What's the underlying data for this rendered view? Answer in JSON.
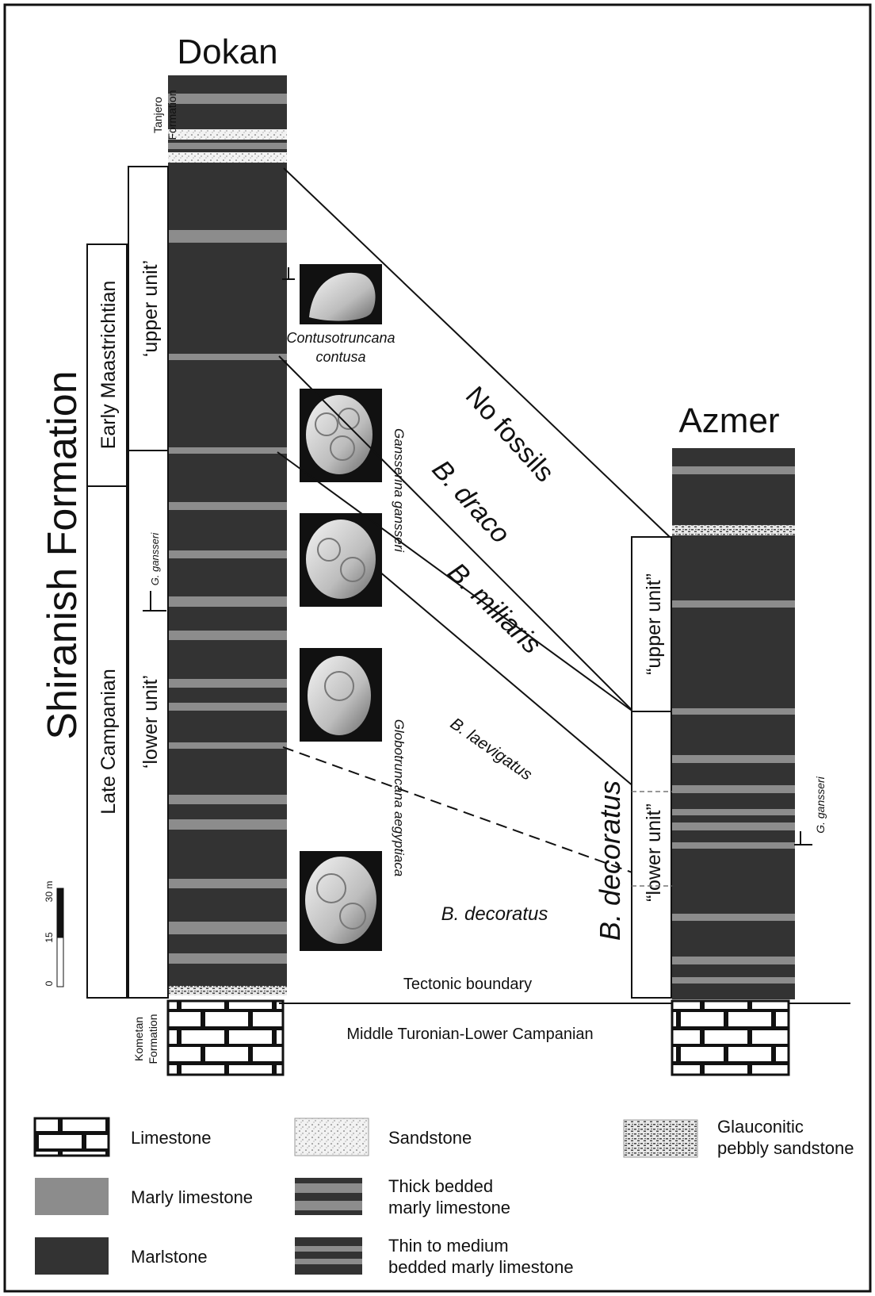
{
  "sections": {
    "dokan": "Dokan",
    "azmer": "Azmer"
  },
  "formations": {
    "shiranish": "Shiranish Formation",
    "tanjero_line1": "Tanjero",
    "tanjero_line2": "Formation",
    "kometan_line1": "Kometan",
    "kometan_line2": "Formation"
  },
  "stages": {
    "early_maastrichtian": "Early Maastrichtian",
    "late_campanian": "Late Campanian"
  },
  "units": {
    "dokan_upper": "‘upper unit’",
    "dokan_lower": "‘lower unit’",
    "azmer_upper": "“upper unit”",
    "azmer_lower": "“lower unit”"
  },
  "marker": {
    "g_gansseri": "G. gansseri"
  },
  "species": {
    "contusotruncana_line1": "Contusotruncana",
    "contusotruncana_line2": "contusa",
    "gansserina": "Gansserina gansseri",
    "globotruncana": "Globotruncana aegyptiaca"
  },
  "zones": {
    "no_fossils": "No fossils",
    "b_draco": "B. draco",
    "b_miliaris": "B. miliaris",
    "b_laevigatus": "B. laevigatus",
    "b_decoratus": "B. decoratus",
    "b_decoratus_azmer": "B. decoratus"
  },
  "boundaries": {
    "tectonic": "Tectonic boundary",
    "kometan_age": "Middle Turonian-Lower Campanian"
  },
  "scale": {
    "label_0": "0",
    "label_15": "15",
    "label_30": "30 m"
  },
  "legend": {
    "limestone": "Limestone",
    "marly_limestone": "Marly limestone",
    "marlstone": "Marlstone",
    "sandstone": "Sandstone",
    "thick_line1": "Thick bedded",
    "thick_line2": "marly limestone",
    "thin_line1": "Thin to medium",
    "thin_line2": "bedded marly limestone",
    "glauconitic_line1": "Glauconitic",
    "glauconitic_line2": "pebbly sandstone"
  },
  "colors": {
    "marlstone": "#333333",
    "marly_limestone": "#8c8c8c",
    "border": "#111111"
  }
}
